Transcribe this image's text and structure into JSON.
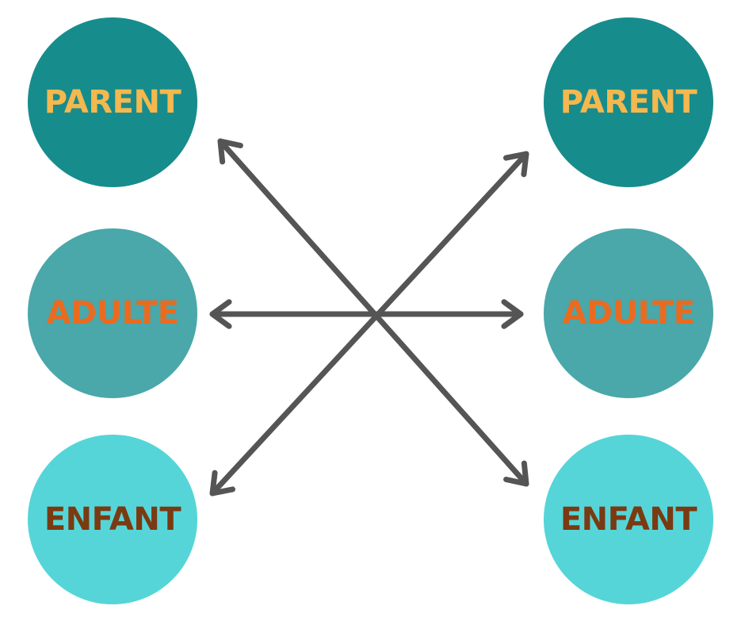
{
  "colors": {
    "parent_fill": "#178c8c",
    "adulte_fill": "#4aa7aa",
    "enfant_fill": "#56d5d8",
    "parent_text": "#f4b84e",
    "adulte_text": "#ea6b1f",
    "enfant_text": "#7a3a12",
    "arrow": "#555555"
  },
  "left": {
    "parent": "PARENT",
    "adulte": "ADULTE",
    "enfant": "ENFANT"
  },
  "right": {
    "parent": "PARENT",
    "adulte": "ADULTE",
    "enfant": "ENFANT"
  },
  "arrows": [
    {
      "from": "left-parent",
      "to": "right-enfant",
      "bidirectional": true
    },
    {
      "from": "left-adulte",
      "to": "right-adulte",
      "bidirectional": true
    },
    {
      "from": "left-enfant",
      "to": "right-parent",
      "bidirectional": true
    }
  ]
}
